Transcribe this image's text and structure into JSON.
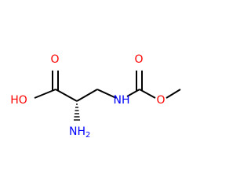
{
  "molecule": {
    "atoms": {
      "carboxyl_oxygen": {
        "symbol": "O",
        "color": "#ff0000"
      },
      "hydroxyl": {
        "symbol": "HO",
        "color": "#ff0000"
      },
      "amine": {
        "symbol": "NH",
        "subscript": "2",
        "color": "#0000ff"
      },
      "carbamate_nitrogen": {
        "symbol": "NH",
        "color": "#0000ff"
      },
      "carbonyl_oxygen": {
        "symbol": "O",
        "color": "#ff0000"
      },
      "ether_oxygen": {
        "symbol": "O",
        "color": "#ff0000"
      }
    },
    "bond_color": "#000000"
  }
}
